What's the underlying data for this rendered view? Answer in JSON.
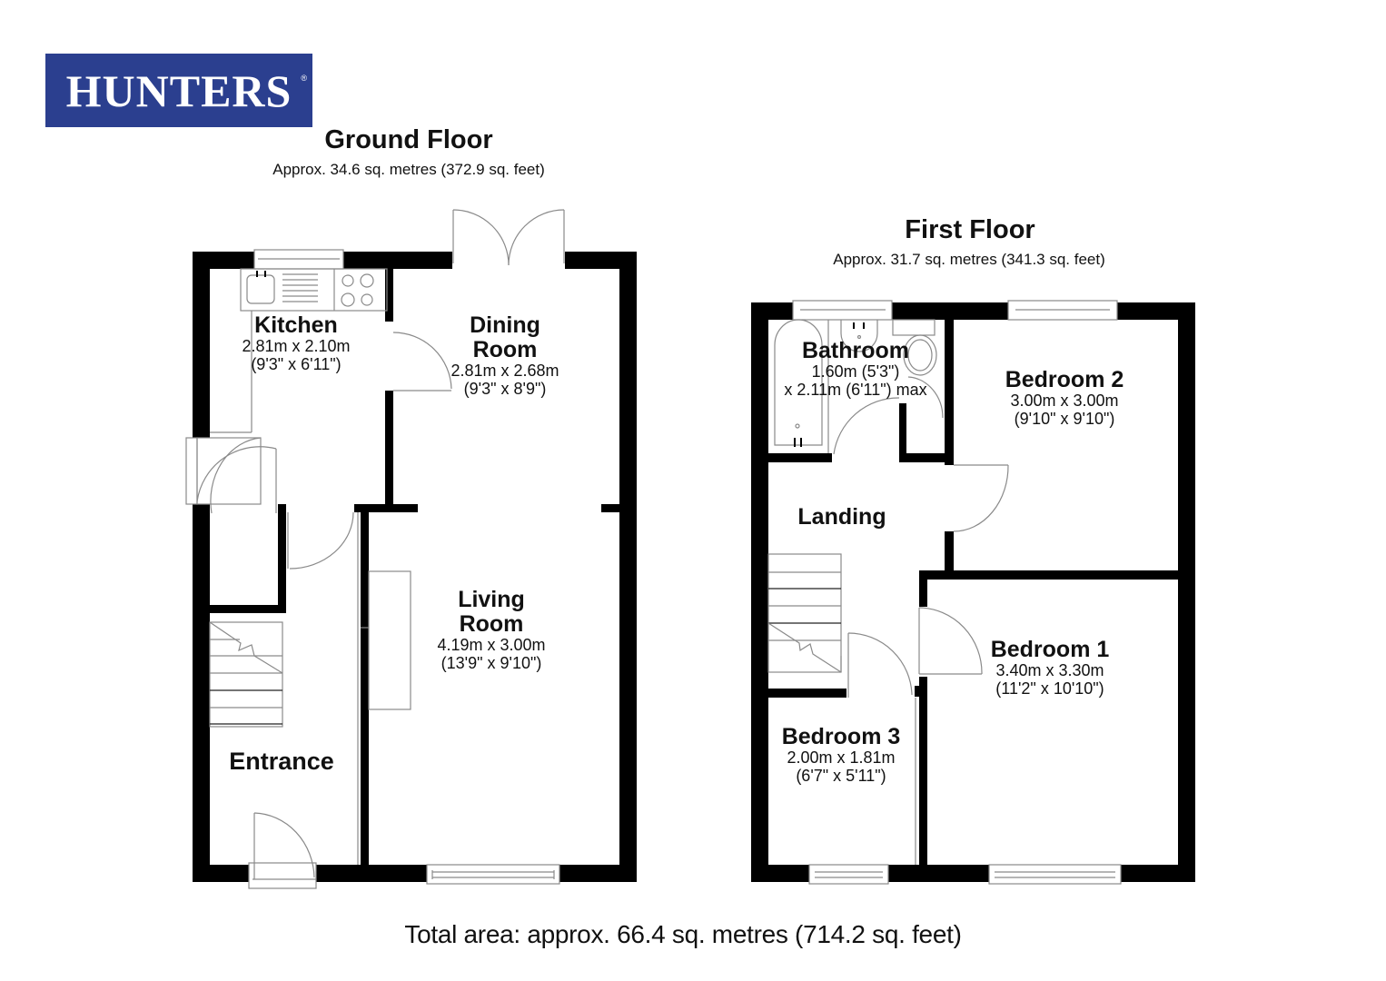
{
  "brand": {
    "logo_text": "HUNTERS",
    "registered_mark": "®",
    "logo_bg": "#2b3f8f",
    "logo_fg": "#ffffff"
  },
  "ground_floor": {
    "title": "Ground Floor",
    "area": "Approx. 34.6 sq. metres (372.9 sq. feet)",
    "rooms": [
      {
        "name": "Kitchen",
        "dim_metric": "2.81m x 2.10m",
        "dim_imperial": "(9'3\" x 6'11\")"
      },
      {
        "name": "Dining",
        "name2": "Room",
        "dim_metric": "2.81m x 2.68m",
        "dim_imperial": "(9'3\" x 8'9\")"
      },
      {
        "name": "Living",
        "name2": "Room",
        "dim_metric": "4.19m x 3.00m",
        "dim_imperial": "(13'9\" x 9'10\")"
      },
      {
        "name": "Entrance"
      }
    ]
  },
  "first_floor": {
    "title": "First Floor",
    "area": "Approx. 31.7 sq. metres (341.3 sq. feet)",
    "rooms": [
      {
        "name": "Bathroom",
        "dim_metric": "1.60m (5'3\")",
        "dim_imperial": "x 2.11m (6'11\") max"
      },
      {
        "name": "Bedroom 2",
        "dim_metric": "3.00m x 3.00m",
        "dim_imperial": "(9'10\" x 9'10\")"
      },
      {
        "name": "Landing"
      },
      {
        "name": "Bedroom 1",
        "dim_metric": "3.40m x 3.30m",
        "dim_imperial": "(11'2\" x 10'10\")"
      },
      {
        "name": "Bedroom 3",
        "dim_metric": "2.00m x 1.81m",
        "dim_imperial": "(6'7\" x 5'11\")"
      }
    ]
  },
  "total_area": "Total area: approx. 66.4 sq. metres (714.2 sq. feet)",
  "colors": {
    "wall": "#000000",
    "fixture_line": "#8a8a8a",
    "background": "#ffffff"
  }
}
